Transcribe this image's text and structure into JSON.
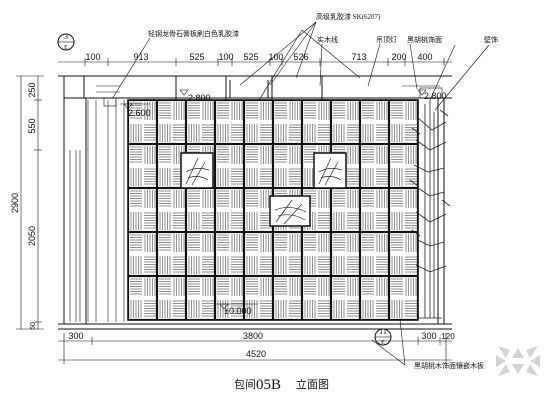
{
  "drawing": {
    "title_prefix": "包间",
    "title_code": "05B",
    "title_suffix": "立面图",
    "callouts": [
      {
        "id": "co-top-left",
        "number": "3",
        "sheet": "E"
      },
      {
        "id": "co-bottom",
        "number": "11",
        "sheet": "E"
      }
    ],
    "notes": [
      "轻钢龙骨石膏板刷白色乳胶漆",
      "高级乳胶漆 SK(6207)",
      "实木线",
      "吊顶灯",
      "黑胡桃饰面",
      "壁饰",
      "黑胡桃木饰面镶嵌木板"
    ],
    "note_code": "SK(6207)",
    "dimensions_top": [
      "100",
      "913",
      "525",
      "100",
      "525",
      "100",
      "526",
      "713",
      "200",
      "400"
    ],
    "dimensions_left": [
      "250",
      "550",
      "2050",
      "50"
    ],
    "dimension_total_height": "2900",
    "dimensions_bottom": [
      "300",
      "3800",
      "300",
      "120"
    ],
    "dimension_total_width": "4520",
    "levels": [
      "2.600",
      "2.800",
      "2.800",
      "±0.000"
    ]
  }
}
